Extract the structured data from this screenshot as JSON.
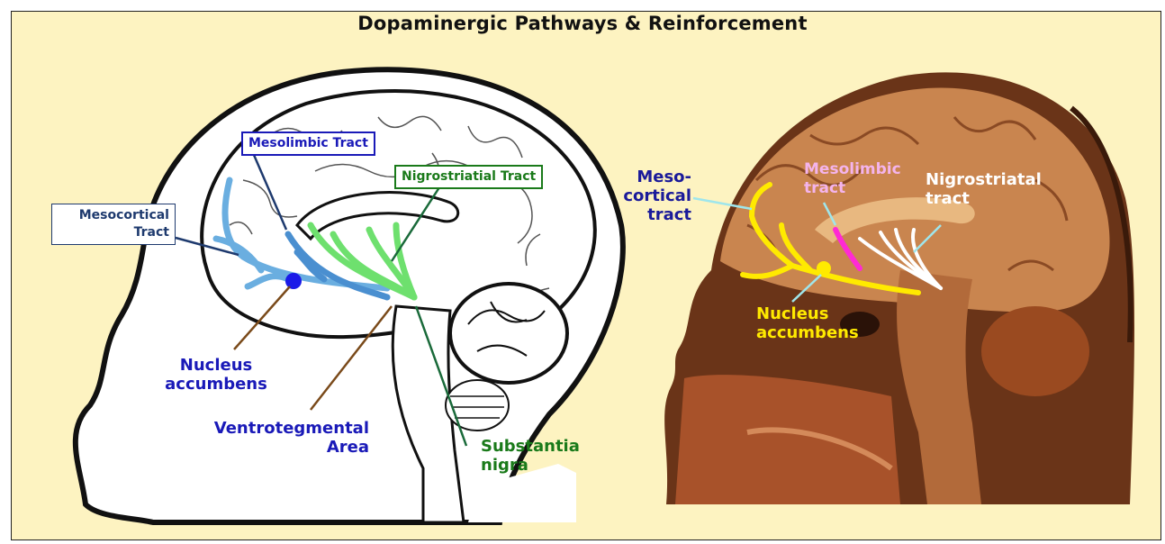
{
  "title": "Dopaminergic Pathways & Reinforcement",
  "colors": {
    "background": "#fdf3c1",
    "blue_text": "#1a1ab8",
    "green_text": "#1a7a1a",
    "mesocortical_path": "#6aaee0",
    "mesolimbic_path": "#4a8fd0",
    "nigrostriatal_path": "#6ee06e",
    "photo_yellow": "#ffea00",
    "photo_magenta": "#ff2ad4",
    "photo_white": "#ffffff"
  },
  "left_diagram": {
    "mesolimbic_label": "Mesolimbic Tract",
    "nigrostriatial_label": "Nigrostriatial Tract",
    "mesocortical_label_line1": "Mesocortical",
    "mesocortical_label_line2": "Tract",
    "nucleus_line1": "Nucleus",
    "nucleus_line2": "accumbens",
    "vta_line1": "Ventrotegmental",
    "vta_line2": "Area",
    "substantia_line1": "Substantia",
    "substantia_line2": "nigra"
  },
  "right_photo": {
    "meso_line1": "Meso-",
    "meso_line2": "cortical",
    "meso_line3": "tract",
    "mesolimbic_line1": "Mesolimbic",
    "mesolimbic_line2": "tract",
    "nigro_line1": "Nigrostriatal",
    "nigro_line2": "tract",
    "nucleus_line1": "Nucleus",
    "nucleus_line2": "accumbens"
  }
}
